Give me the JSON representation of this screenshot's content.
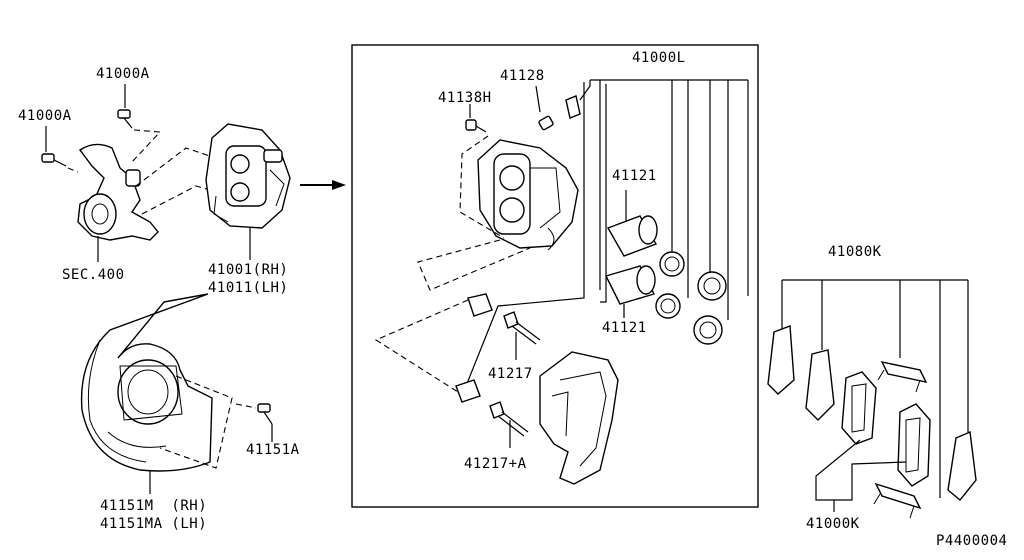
{
  "labels": {
    "knuckle_bolt_a_top": "41000A",
    "knuckle_bolt_a_left": "41000A",
    "sec": "SEC.400",
    "caliper_rh": "41001(RH)",
    "caliper_lh": "41011(LH)",
    "shield_bolt": "41151A",
    "shield_rh": "41151M  (RH)",
    "shield_lh": "41151MA (LH)",
    "kit_l": "41000L",
    "bleeder": "41128",
    "bolt_h": "41138H",
    "piston_top": "41121",
    "piston_bottom": "41121",
    "pin": "41217",
    "pin_a": "41217+A",
    "pad_kit": "41080K",
    "pad_k": "41000K",
    "diagram_id": "P4400004"
  }
}
